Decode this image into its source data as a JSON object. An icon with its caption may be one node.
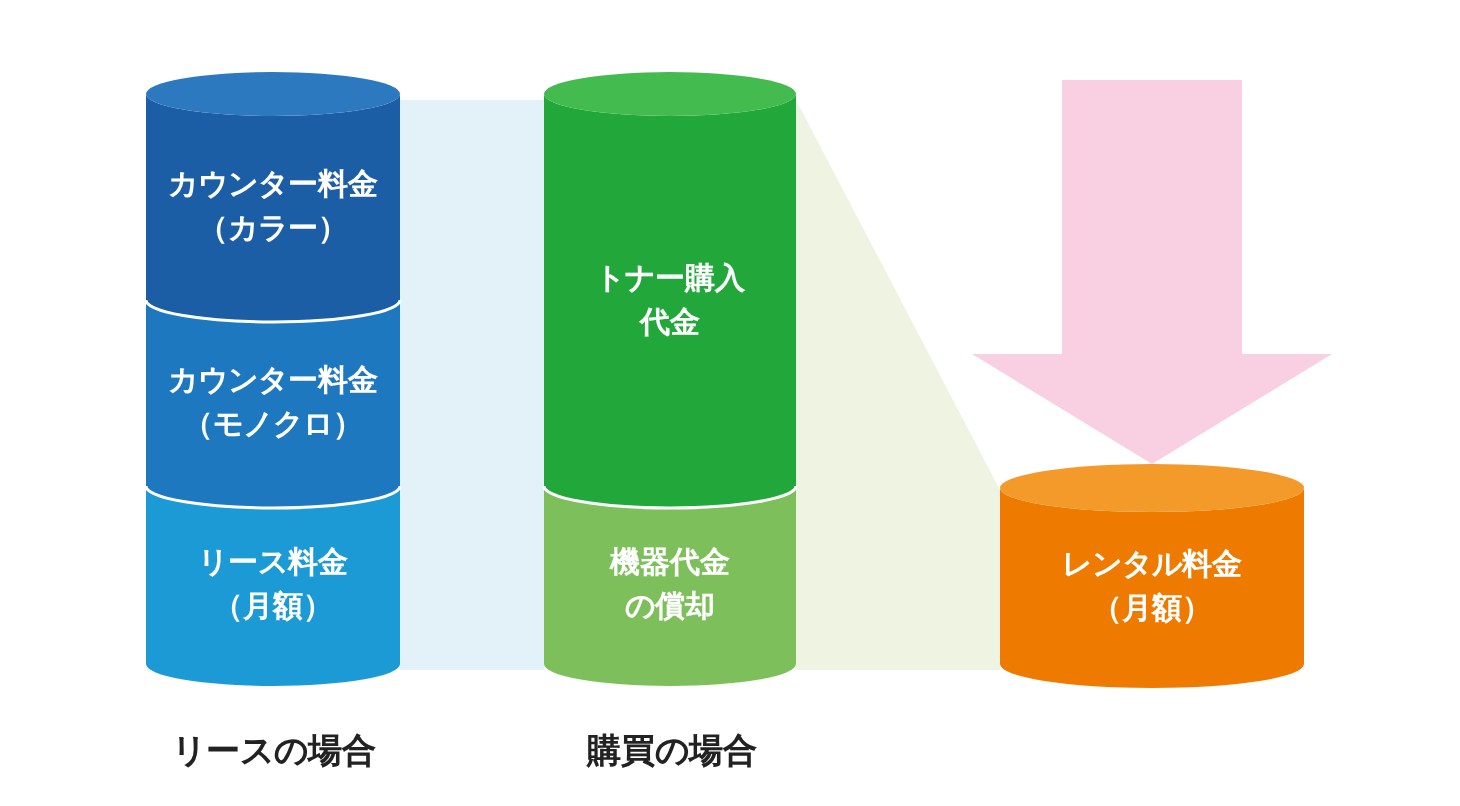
{
  "diagram": {
    "nodes": [
      {
        "text": [
          "カウンター料金（カラー）"
        ]
      },
      {
        "text": [
          "カウンター料金（モノクロ）"
        ]
      },
      {
        "text": [
          "リース料金（月額）"
        ]
      },
      {
        "text": [
          "トナー購入代金"
        ]
      },
      {
        "text": [
          "機器代金の償却"
        ]
      },
      {
        "text": [
          "レンタル料金（月額）"
        ]
      },
      {
        "text": [],
        "shape": "band"
      },
      {
        "text": [],
        "shape": "band"
      }
    ],
    "edges": [
      {
        "from": null,
        "to": 5,
        "arrow": "to"
      }
    ],
    "labels": [
      "リースの場合",
      "購買の場合"
    ]
  }
}
